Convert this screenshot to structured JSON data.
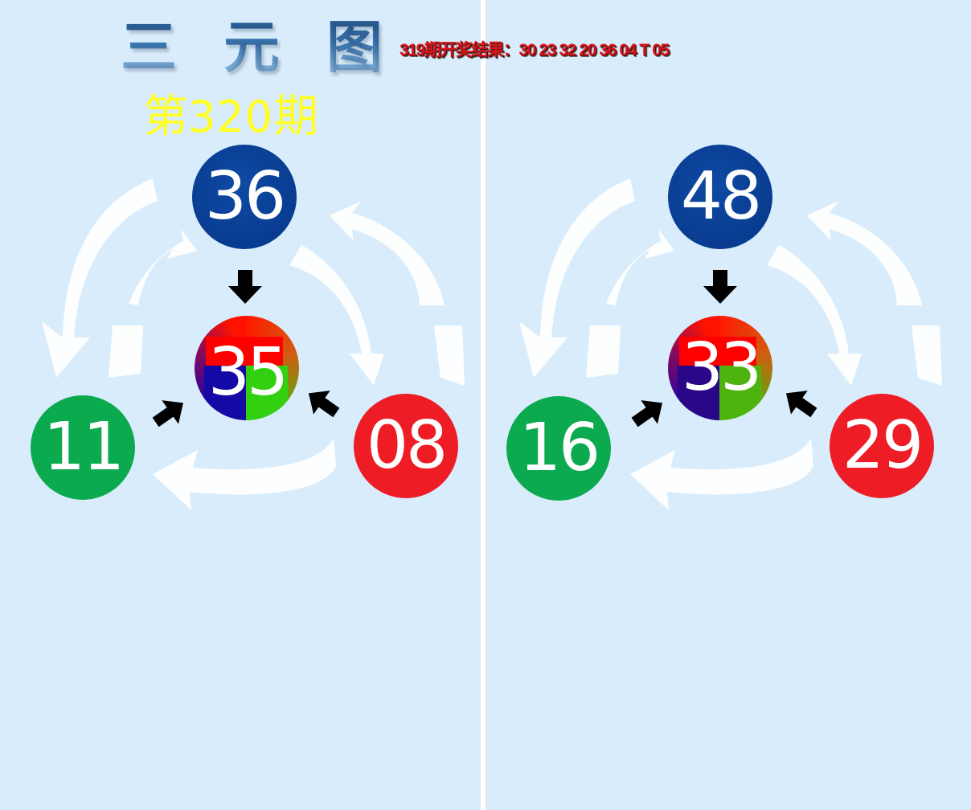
{
  "header": {
    "title_chars": [
      "三",
      "元",
      "图"
    ],
    "result_line": "319期开奖结果：30 23 32 20 36 04 T 05",
    "issue_prefix": "第",
    "issue_number": "320",
    "issue_suffix": "期"
  },
  "colors": {
    "background": "#d8ecfb",
    "divider": "#ffffff",
    "result_text": "#d8141a",
    "issue_text": "#ffff22",
    "ball_blue": "#073a8e",
    "ball_green": "#0caa4e",
    "ball_red": "#ee1c25"
  },
  "panels": [
    {
      "top": {
        "number": "36",
        "color": "blue"
      },
      "left": {
        "number": "11",
        "color": "green"
      },
      "right": {
        "number": "08",
        "color": "red"
      },
      "center": {
        "number": "35",
        "color": "mixed"
      }
    },
    {
      "top": {
        "number": "48",
        "color": "blue"
      },
      "left": {
        "number": "16",
        "color": "green"
      },
      "right": {
        "number": "29",
        "color": "red"
      },
      "center": {
        "number": "33",
        "color": "mixed"
      }
    }
  ]
}
